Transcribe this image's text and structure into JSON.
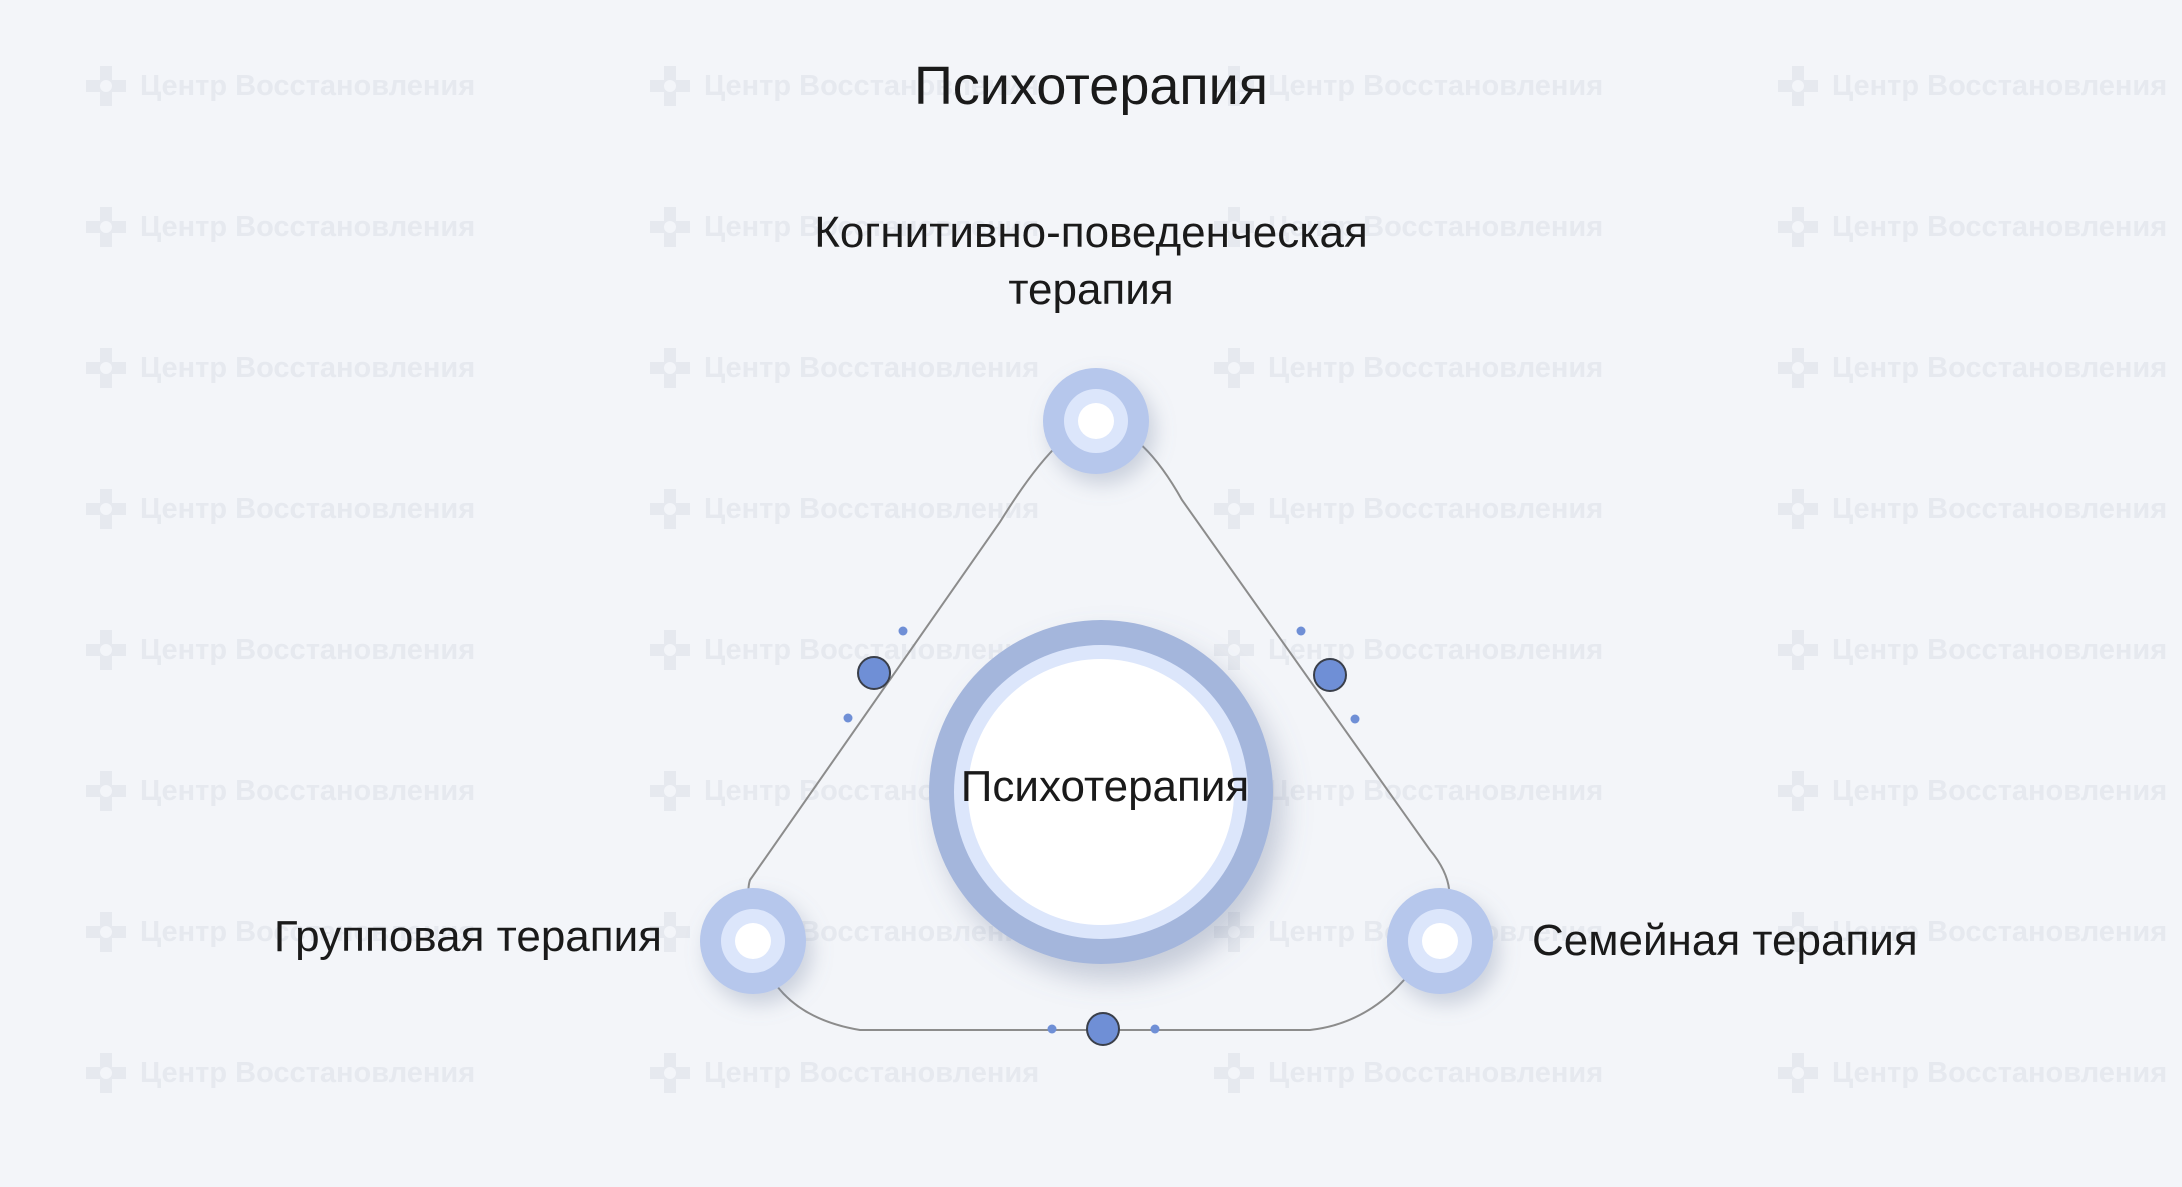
{
  "title": "Психотерапия",
  "center": {
    "label": "Психотерапия"
  },
  "nodes": [
    {
      "id": "top",
      "label_lines": [
        "Когнитивно-поведенческая",
        "терапия"
      ]
    },
    {
      "id": "left",
      "label": "Групповая терапия"
    },
    {
      "id": "right",
      "label": "Семейная терапия"
    }
  ],
  "watermark": {
    "text": "Центр Восстановления"
  },
  "colors": {
    "background": "#f3f5f9",
    "ring_outer": "#a4b6dc",
    "ring_inner": "#dce6fb",
    "node_halo": "#b6c7ec",
    "accent_dot": "#6f8fd6",
    "line": "#8c8c8c",
    "text": "#1a1a1a",
    "watermark": "#e6e9ef"
  }
}
